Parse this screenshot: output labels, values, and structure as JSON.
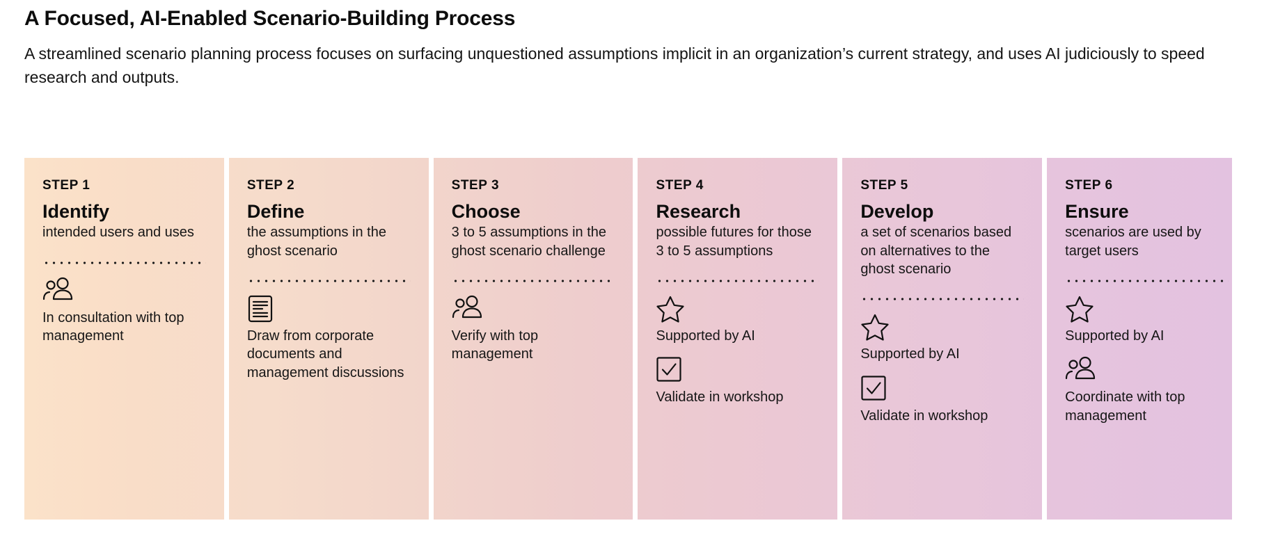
{
  "header": {
    "title": "A Focused, AI-Enabled Scenario-Building Process",
    "subtitle": "A streamlined scenario planning process focuses on surfacing unquestioned assumptions implicit in an organization’s current strategy, and uses AI judiciously to speed research and outputs."
  },
  "colors": {
    "gradient_start": "#FBE2C9",
    "gradient_end": "#E3C2E0",
    "text": "#111111",
    "page_background": "#FFFFFF"
  },
  "steps": [
    {
      "label": "STEP 1",
      "title": "Identify",
      "description": "intended users and uses",
      "actions": [
        {
          "icon": "people-icon",
          "text": "In consultation with top management"
        }
      ]
    },
    {
      "label": "STEP 2",
      "title": "Define",
      "description": "the assumptions in the ghost scenario",
      "actions": [
        {
          "icon": "document-icon",
          "text": "Draw from corporate documents and management discussions"
        }
      ]
    },
    {
      "label": "STEP 3",
      "title": "Choose",
      "description": "3 to 5 assumptions in the ghost scenario challenge",
      "actions": [
        {
          "icon": "people-icon",
          "text": "Verify with top management"
        }
      ]
    },
    {
      "label": "STEP 4",
      "title": "Research",
      "description": "possible futures for those 3 to 5 assumptions",
      "actions": [
        {
          "icon": "star-icon",
          "text": "Supported by AI"
        },
        {
          "icon": "checkbox-icon",
          "text": "Validate in workshop"
        }
      ]
    },
    {
      "label": "STEP 5",
      "title": "Develop",
      "description": "a set of scenarios based on alternatives to the ghost scenario",
      "actions": [
        {
          "icon": "star-icon",
          "text": "Supported by AI"
        },
        {
          "icon": "checkbox-icon",
          "text": "Validate in workshop"
        }
      ]
    },
    {
      "label": "STEP 6",
      "title": "Ensure",
      "description": "scenarios are used by target users",
      "actions": [
        {
          "icon": "star-icon",
          "text": "Supported by AI"
        },
        {
          "icon": "people-icon",
          "text": "Coordinate with top management"
        }
      ]
    }
  ]
}
